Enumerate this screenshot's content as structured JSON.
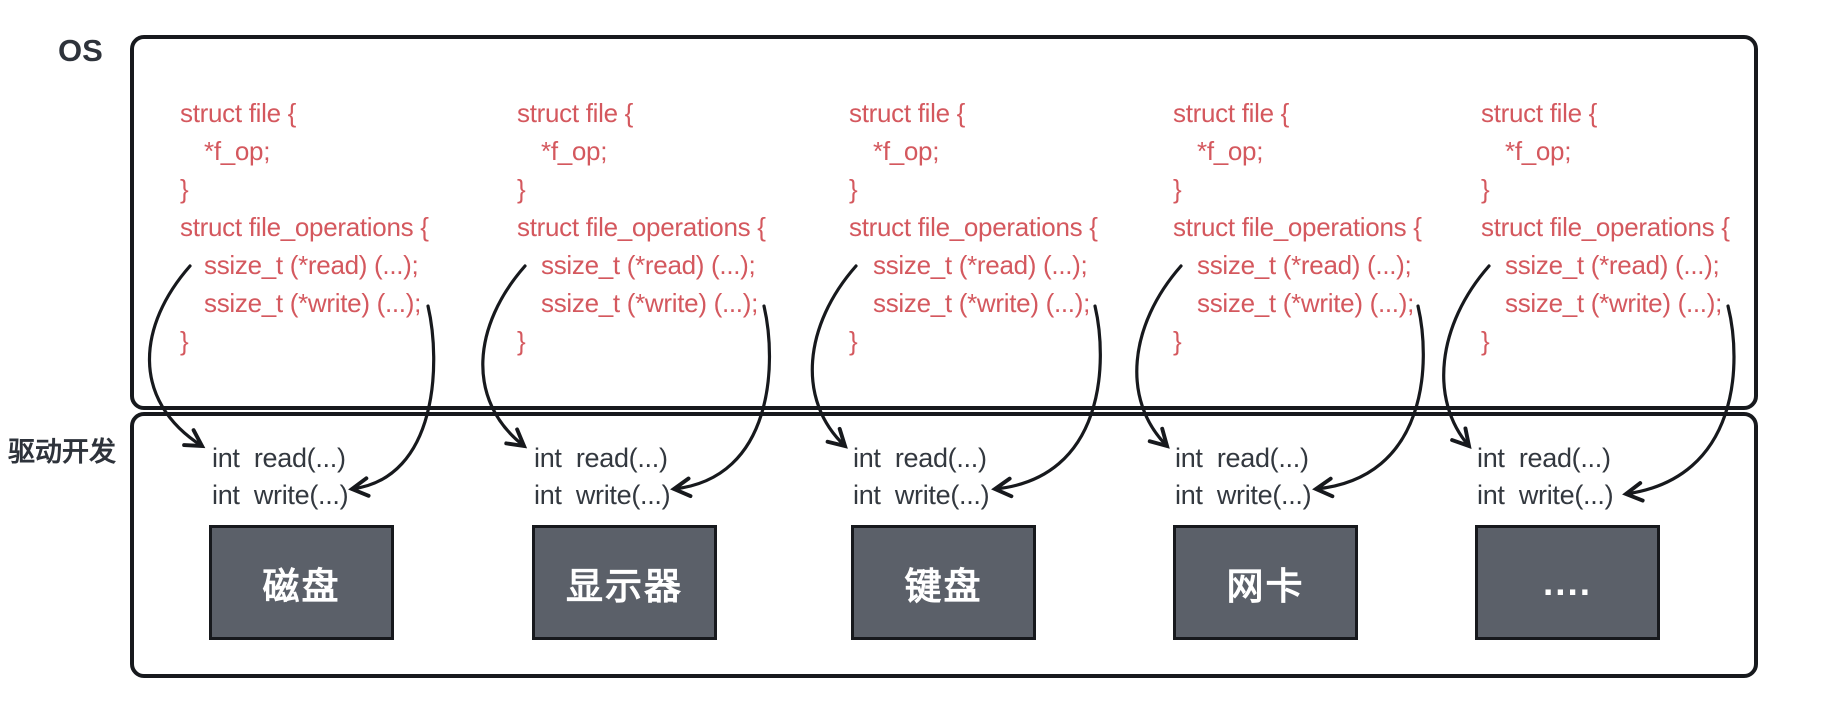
{
  "background": "#ffffff",
  "os_section": {
    "label": "OS",
    "columns": [
      {
        "code_lines": [
          "struct file {",
          "*f_op;",
          "}",
          "struct file_operations {",
          "ssize_t (*read) (...);",
          "ssize_t (*write) (...);",
          "}"
        ]
      },
      {
        "code_lines": [
          "struct file {",
          "*f_op;",
          "}",
          "struct file_operations {",
          "ssize_t (*read) (...);",
          "ssize_t (*write) (...);",
          "}"
        ]
      },
      {
        "code_lines": [
          "struct file {",
          "*f_op;",
          "}",
          "struct file_operations {",
          "ssize_t (*read) (...);",
          "ssize_t (*write) (...);",
          "}"
        ]
      },
      {
        "code_lines": [
          "struct file {",
          "*f_op;",
          "}",
          "struct file_operations {",
          "ssize_t (*read) (...);",
          "ssize_t (*write) (...);",
          "}"
        ]
      },
      {
        "code_lines": [
          "struct file {",
          "*f_op;",
          "}",
          "struct file_operations {",
          "ssize_t (*read) (...);",
          "ssize_t (*write) (...);",
          "}"
        ]
      }
    ]
  },
  "driver_section": {
    "label": "驱动开发",
    "columns": [
      {
        "read_fn": "int read(...)",
        "write_fn": "int write(...)",
        "device": "磁盘"
      },
      {
        "read_fn": "int read(...)",
        "write_fn": "int write(...)",
        "device": "显示器"
      },
      {
        "read_fn": "int read(...)",
        "write_fn": "int write(...)",
        "device": "键盘"
      },
      {
        "read_fn": "int read(...)",
        "write_fn": "int write(...)",
        "device": "网卡"
      },
      {
        "read_fn": "int read(...)",
        "write_fn": "int write(...)",
        "device": "...."
      }
    ]
  },
  "colors": {
    "code_text": "#d4585e",
    "function_text": "#33383f",
    "label_text": "#2e333b",
    "device_box_fill": "#5b6069",
    "device_box_text": "#ffffff",
    "box_border": "#17191d",
    "arrow": "#17191d",
    "background": "#ffffff"
  }
}
